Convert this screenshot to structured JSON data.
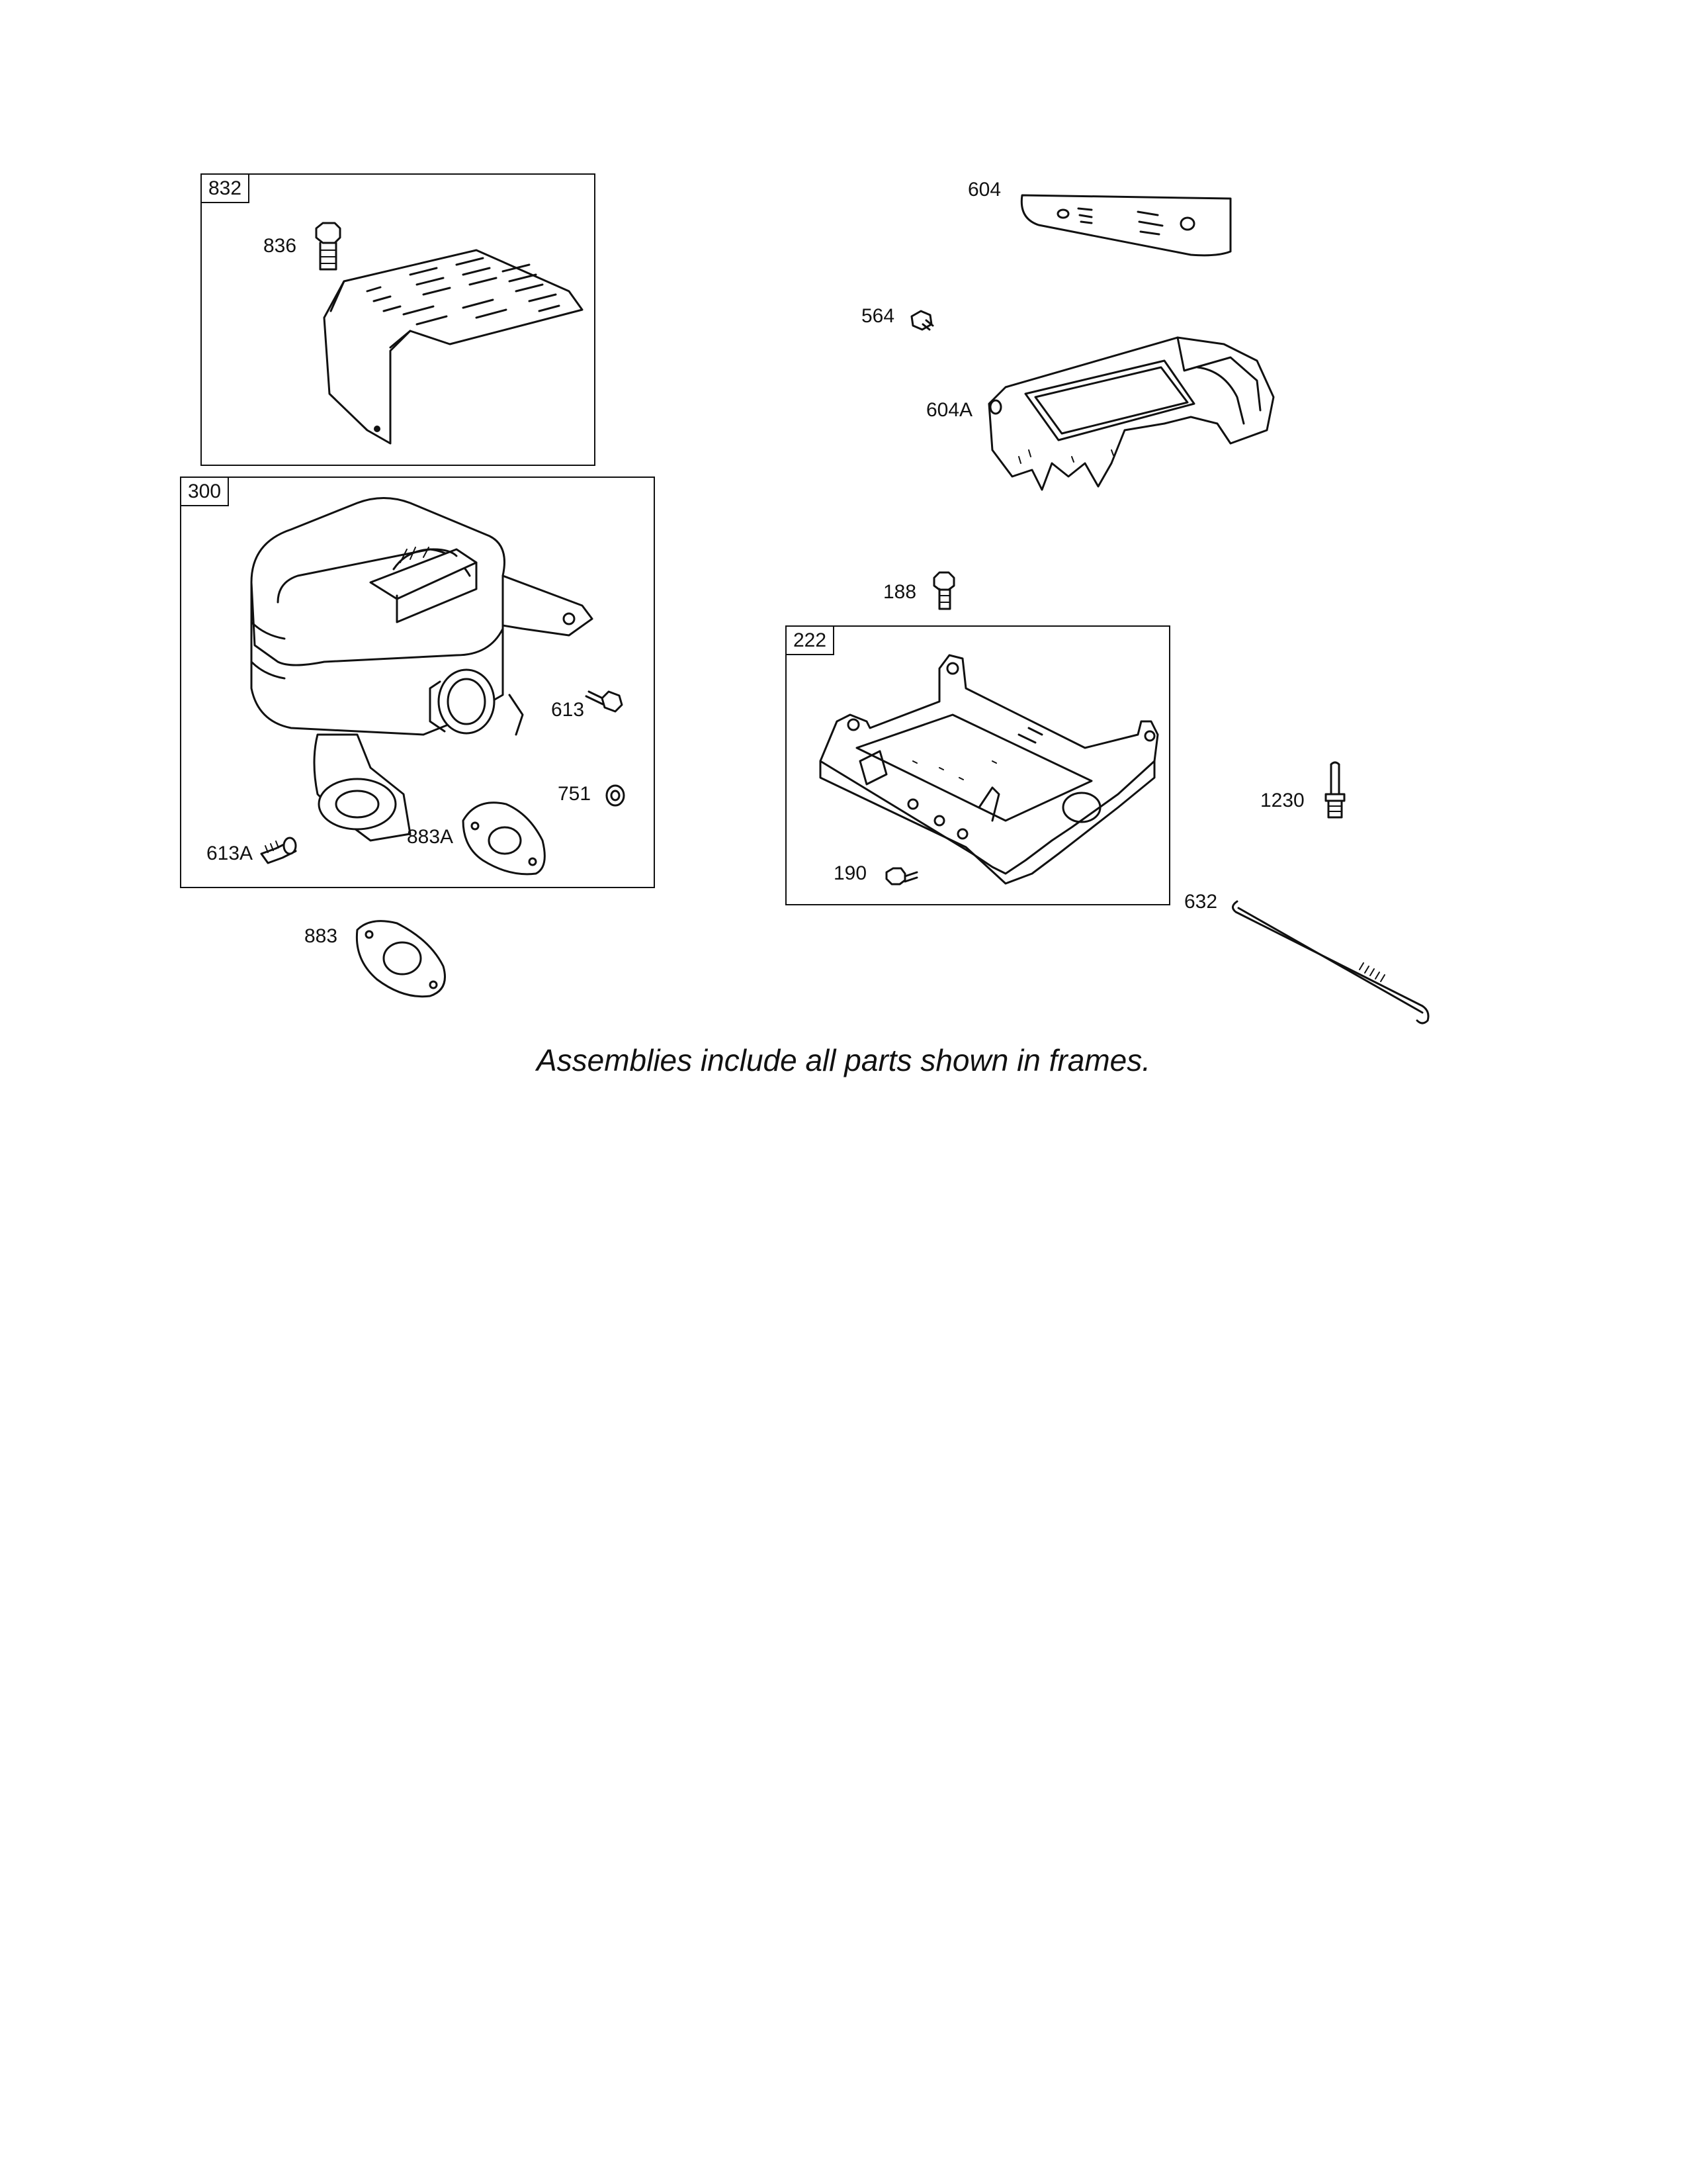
{
  "frames": {
    "f832": "832",
    "f300": "300",
    "f222": "222"
  },
  "labels": {
    "p836": "836",
    "p604": "604",
    "p564": "564",
    "p604A": "604A",
    "p188": "188",
    "p613": "613",
    "p751": "751",
    "p613A": "613A",
    "p883A": "883A",
    "p883": "883",
    "p190": "190",
    "p1230": "1230",
    "p632": "632"
  },
  "caption": "Assemblies include all parts shown in frames."
}
